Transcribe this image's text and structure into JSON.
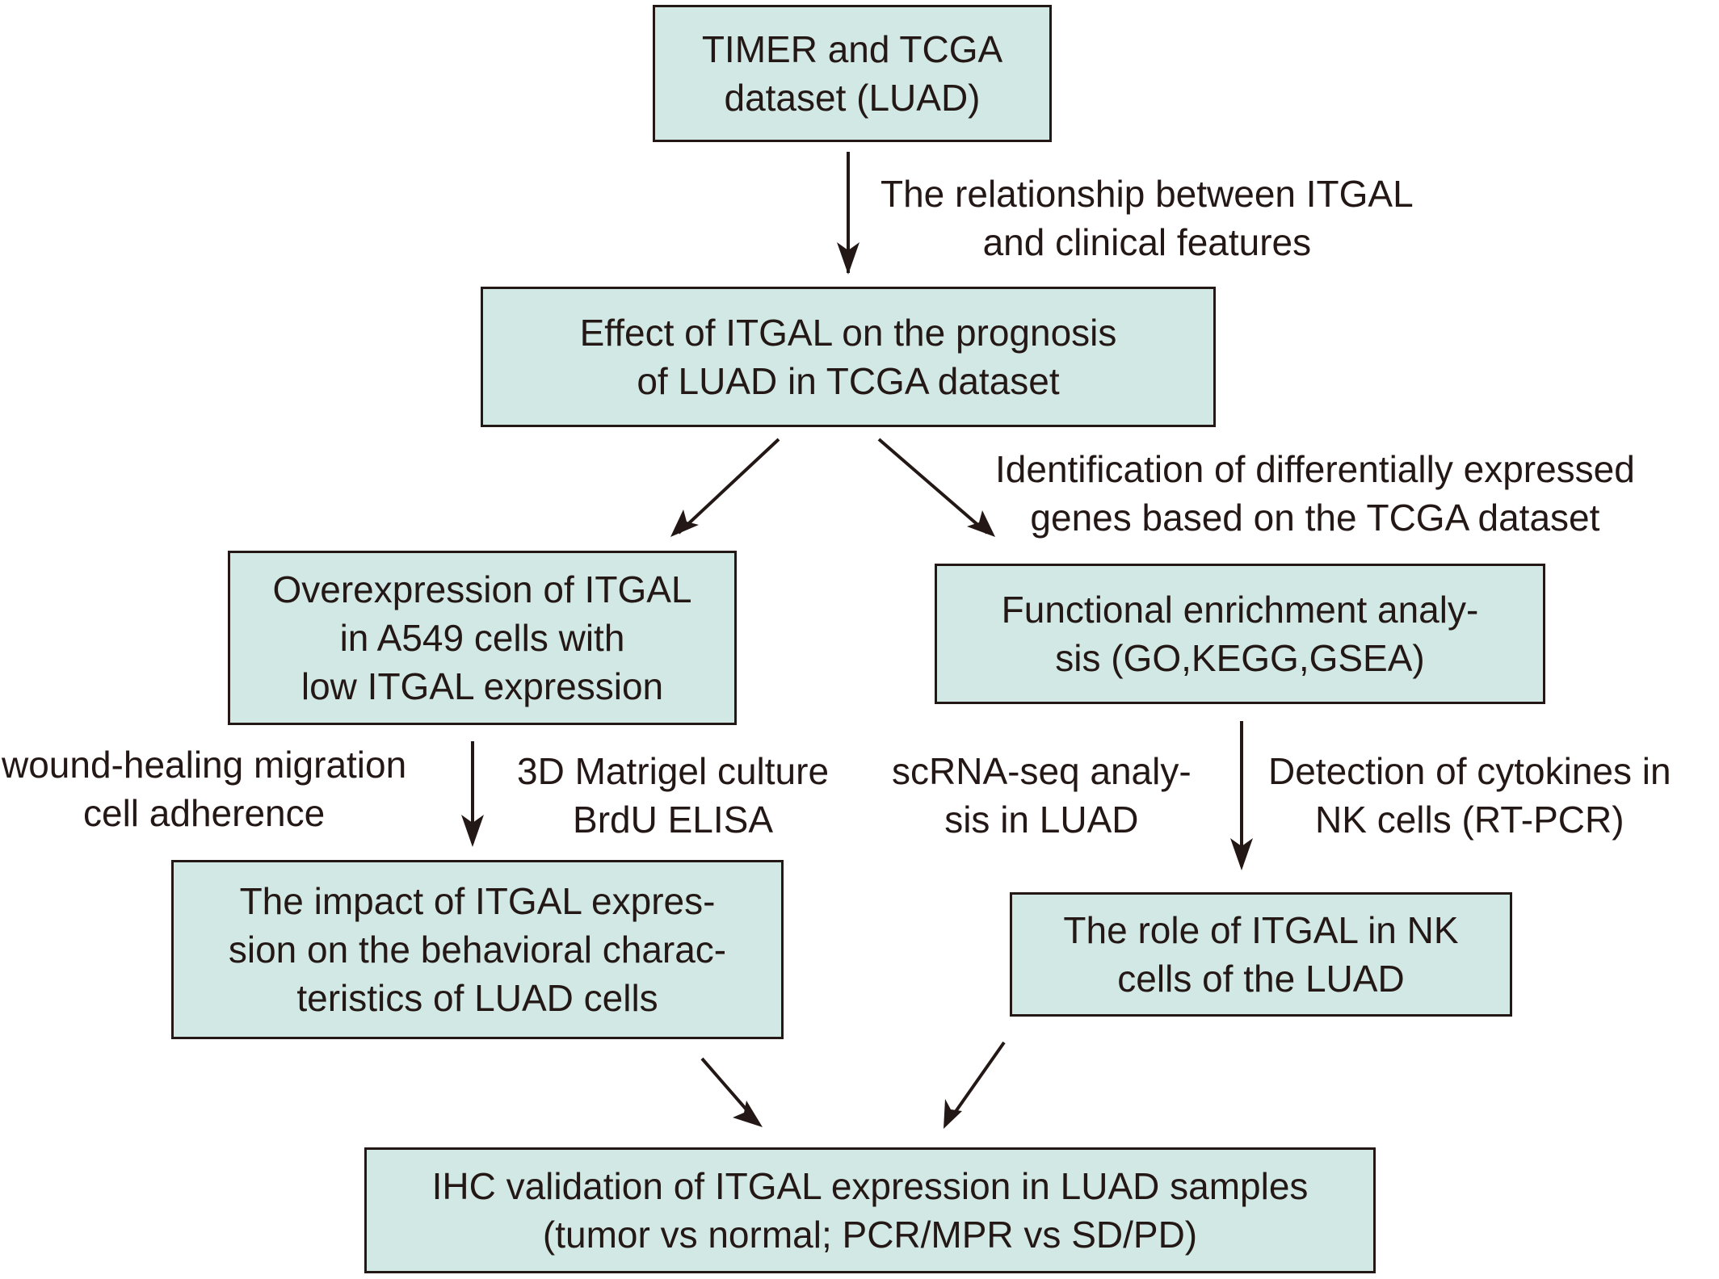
{
  "diagram": {
    "nodes": {
      "timer_tcga": [
        "TIMER and TCGA",
        "dataset (LUAD)"
      ],
      "prognosis": [
        "Effect of ITGAL on the prognosis",
        "of LUAD in TCGA dataset"
      ],
      "overexpression": [
        "Overexpression of ITGAL",
        "in A549 cells with",
        "low ITGAL expression"
      ],
      "enrichment": [
        "Functional enrichment analy-",
        "sis (GO,KEGG,GSEA)"
      ],
      "impact": [
        "The impact of ITGAL expres-",
        "sion on the behavioral charac-",
        "teristics of LUAD cells"
      ],
      "nk_role": [
        "The role of ITGAL in NK",
        "cells of the LUAD"
      ],
      "ihc": [
        "IHC validation of ITGAL expression in LUAD samples",
        "(tumor vs normal; PCR/MPR vs SD/PD)"
      ]
    },
    "labels": {
      "clinical": [
        "The relationship between ITGAL",
        "and clinical features"
      ],
      "deg": [
        "Identification of differentially expressed",
        "genes based on the TCGA dataset"
      ],
      "wound": [
        "wound-healing migration",
        "cell adherence"
      ],
      "matrigel": [
        "3D Matrigel culture",
        "BrdU ELISA"
      ],
      "scrna": [
        "scRNA-seq analy-",
        "sis in LUAD"
      ],
      "cytokines": [
        "Detection of cytokines in",
        "NK cells (RT-PCR)"
      ]
    },
    "colors": {
      "box_fill": "#d2e8e4",
      "stroke": "#231815",
      "text": "#231815"
    }
  }
}
